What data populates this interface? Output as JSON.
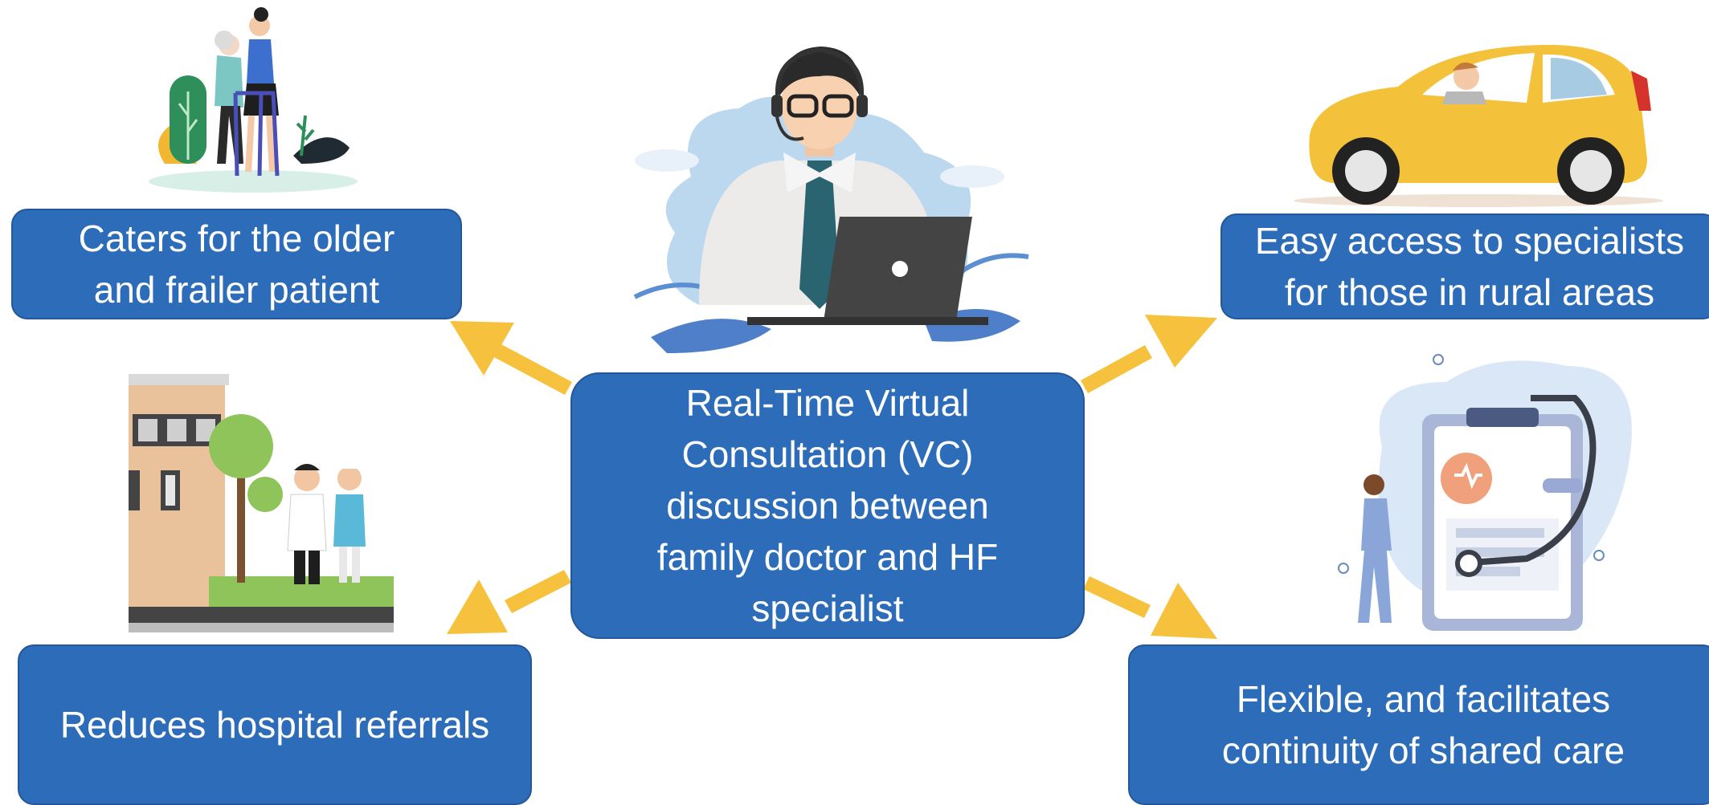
{
  "boxes": {
    "older": {
      "lines": [
        "Caters for the older",
        "and frailer patient"
      ]
    },
    "rural": {
      "lines": [
        "Easy access to specialists",
        "for those in rural areas"
      ]
    },
    "center": {
      "lines": [
        "Real-Time Virtual",
        "Consultation (VC)",
        "discussion between",
        "family doctor and HF",
        "specialist"
      ]
    },
    "hospital": {
      "lines": [
        "Reduces hospital referrals"
      ]
    },
    "flexible": {
      "lines": [
        "Flexible, and facilitates",
        "continuity of shared care"
      ]
    }
  },
  "colors": {
    "box_fill": "#2c6cb9",
    "box_border": "#24579a",
    "arrow": "#f6c13c",
    "text": "#ffffff"
  },
  "illustrations": {
    "top_left": "caregiver-with-walker-icon",
    "top_center": "headset-consultant-laptop-icon",
    "top_right": "car-driver-icon",
    "bottom_left": "hospital-doctor-nurse-icon",
    "bottom_right": "clipboard-stethoscope-doctor-icon"
  }
}
